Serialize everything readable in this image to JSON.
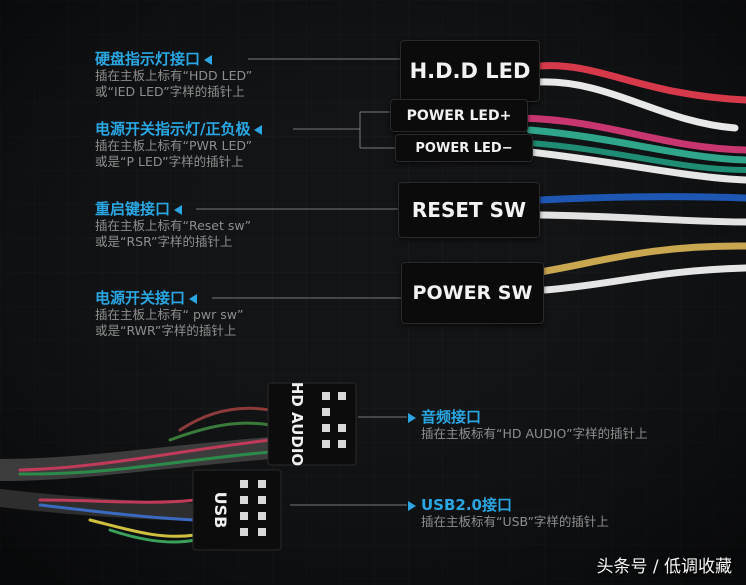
{
  "annotations": {
    "hdd": {
      "title": "硬盘指示灯接口",
      "line1": "插在主板上标有“HDD LED”",
      "line2": "或“IED LED”字样的插针上"
    },
    "power_led": {
      "title": "电源开关指示灯/正负极",
      "line1": "插在主板上标有“PWR LED”",
      "line2": "或是“P LED”字样的插针上"
    },
    "reset": {
      "title": "重启键接口",
      "line1": "插在主板上标有“Reset sw”",
      "line2": "或是“RSR”字样的插针上"
    },
    "power_sw": {
      "title": "电源开关接口",
      "line1": "插在主板上标有“ pwr sw”",
      "line2": "或是“RWR”字样的插针上"
    },
    "audio": {
      "title": "音频接口",
      "line1": "插在主板标有“HD AUDIO”字样的插针上"
    },
    "usb": {
      "title": "USB2.0接口",
      "line1": "插在主板标有“USB”字样的插针上"
    }
  },
  "connectors": {
    "hdd": "H.D.D LED",
    "power_led_plus": "POWER LED+",
    "power_led_minus": "POWER LED−",
    "reset": "RESET SW",
    "power_sw": "POWER SW",
    "hd_audio": "HD AUDIO",
    "usb": "USB"
  },
  "colors": {
    "accent": "#2aa7e3",
    "caption": "#8e8e8e",
    "background": "#101214"
  },
  "watermark": "头条号 / 低调收藏"
}
